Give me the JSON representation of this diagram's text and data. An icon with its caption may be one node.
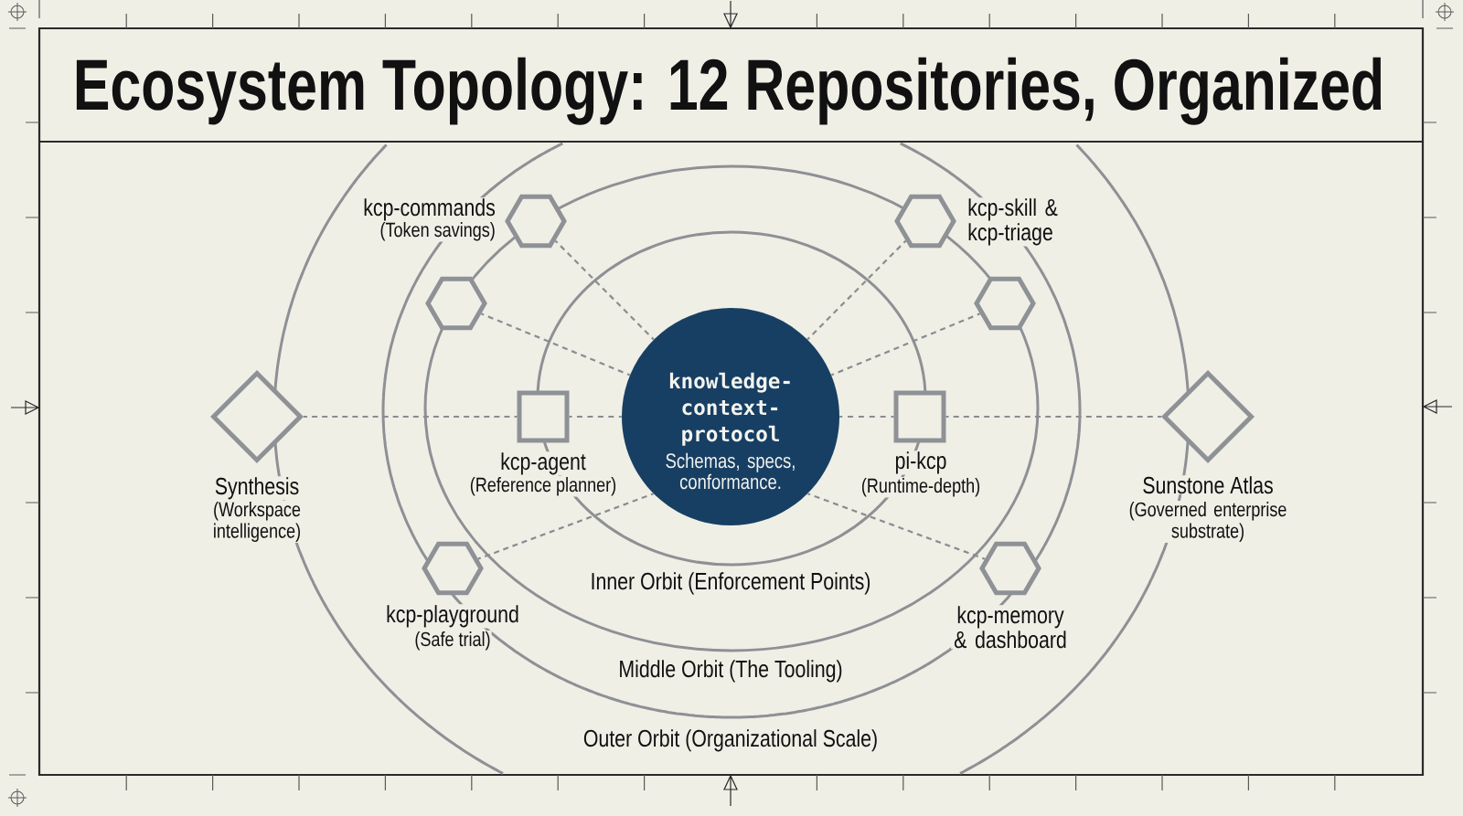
{
  "diagram": {
    "title": "Ecosystem Topology: 12 Repositories, Organized",
    "nodes": [
      {
        "text": [
          "kcp-commands",
          "(Token savings)"
        ]
      },
      {
        "text": [
          "kcp-skill & kcp-triage"
        ]
      },
      {
        "text": [],
        "shape": "hexagon"
      },
      {
        "text": [],
        "shape": "hexagon"
      },
      {
        "text": [
          "Synthesis",
          "(Workspace intelligence)"
        ]
      },
      {
        "text": [
          "kcp-agent",
          "(Reference planner)"
        ]
      },
      {
        "text": [
          "knowledge-context-protocol",
          "Schemas, specs, conformance."
        ]
      },
      {
        "text": [
          "pi-kcp",
          "(Runtime-depth)"
        ]
      },
      {
        "text": [
          "Sunstone Atlas",
          "(Governed enterprise substrate)"
        ]
      },
      {
        "text": [
          "kcp-playground",
          "(Safe trial)"
        ]
      },
      {
        "text": [
          "kcp-memory & dashboard"
        ]
      }
    ],
    "edges": [
      {
        "from": 6,
        "to": 0,
        "arrow": "none",
        "style": "dashed"
      },
      {
        "from": 6,
        "to": 1,
        "arrow": "none",
        "style": "dashed"
      },
      {
        "from": 6,
        "to": 2,
        "arrow": "none",
        "style": "dashed"
      },
      {
        "from": 6,
        "to": 3,
        "arrow": "none",
        "style": "dashed"
      },
      {
        "from": 5,
        "to": 4,
        "arrow": "none",
        "style": "dashed"
      },
      {
        "from": 6,
        "to": 5,
        "arrow": "none",
        "style": "dashed"
      },
      {
        "from": 6,
        "to": 7,
        "arrow": "none",
        "style": "dashed"
      },
      {
        "from": 7,
        "to": 8,
        "arrow": "none",
        "style": "dashed"
      },
      {
        "from": 6,
        "to": 9,
        "arrow": "none",
        "style": "dashed"
      },
      {
        "from": 6,
        "to": 10,
        "arrow": "none",
        "style": "dashed"
      }
    ],
    "labels": [
      "Inner Orbit (Enforcement Points)",
      "Middle Orbit (The Tooling)",
      "Outer Orbit (Organizational Scale)"
    ]
  }
}
